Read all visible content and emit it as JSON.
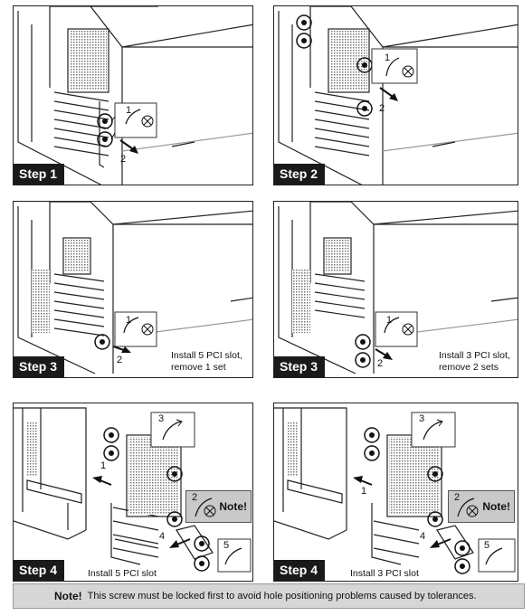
{
  "panels": {
    "p1": {
      "step_label": "Step 1",
      "callout_num_1": "1",
      "arrow_num_2": "2",
      "caption_line1": "",
      "caption_line2": ""
    },
    "p2": {
      "step_label": "Step 2",
      "callout_num_1": "1",
      "arrow_num_2": "2",
      "caption_line1": "",
      "caption_line2": ""
    },
    "p3": {
      "step_label": "Step 3",
      "callout_num_1": "1",
      "arrow_num_2": "2",
      "caption_line1": "Install 5 PCI slot,",
      "caption_line2": "remove 1 set"
    },
    "p4": {
      "step_label": "Step 3",
      "callout_num_1": "1",
      "arrow_num_2": "2",
      "caption_line1": "Install  3 PCI slot,",
      "caption_line2": "remove 2 sets"
    },
    "p5": {
      "step_label": "Step 4",
      "caption": "Install 5 PCI slot",
      "num_1": "1",
      "num_2": "2",
      "num_3": "3",
      "num_4": "4",
      "num_5": "5",
      "note_label": "Note!"
    },
    "p6": {
      "step_label": "Step 4",
      "caption": "Install 3 PCI slot",
      "num_1": "1",
      "num_2": "2",
      "num_3": "3",
      "num_4": "4",
      "num_5": "5",
      "note_label": "Note!"
    }
  },
  "bottom_note": {
    "title": "Note!",
    "text": "This screw must be locked first to avoid hole positioning problems caused by tolerances."
  },
  "icons": [
    "screw-icon",
    "rotate-arrow-icon",
    "checkmark-icon",
    "push-arrow-icon"
  ]
}
